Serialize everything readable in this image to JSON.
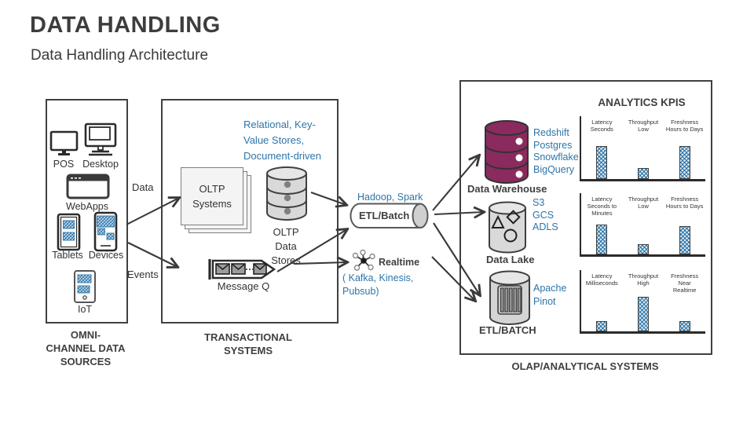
{
  "title": "DATA HANDLING",
  "subtitle": "Data Handling Architecture",
  "colors": {
    "accent_blue": "#2E75A8",
    "warehouse_maroon": "#8B2A5E",
    "outline_dark": "#3f3f3f",
    "cylinder_gray": "#d9d9d9"
  },
  "sources": {
    "caption": "OMNI-\nCHANNEL DATA\nSOURCES",
    "labels": {
      "pos": "POS",
      "desktop": "Desktop",
      "webapps": "WebApps",
      "tablets": "Tablets",
      "devices": "Devices",
      "iot": "IoT"
    }
  },
  "connectors": {
    "data": "Data",
    "events": "Events"
  },
  "transactional": {
    "caption": "TRANSACTIONAL\nSYSTEMS",
    "note": "Relational, Key-\nValue Stores,\nDocument-driven",
    "oltp_systems": "OLTP\nSystems",
    "oltp_stores": "OLTP\nData\nStores",
    "message_q": "Message Q"
  },
  "pipeline": {
    "batch_tech": "Hadoop, Spark",
    "batch_label": "ETL/Batch",
    "realtime_label": "Realtime",
    "realtime_tech": "( Kafka, Kinesis,\nPubsub)"
  },
  "olap": {
    "caption": "OLAP/ANALYTICAL SYSTEMS",
    "kpis_title": "ANALYTICS KPIS",
    "warehouse": {
      "label": "Data Warehouse",
      "tech": "Redshift\nPostgres\nSnowflake\nBigQuery"
    },
    "lake": {
      "label": "Data Lake",
      "tech": "S3\nGCS\nADLS"
    },
    "pinot": {
      "label": "ETL/BATCH",
      "tech": "Apache\nPinot"
    }
  },
  "chart_data": [
    {
      "type": "bar",
      "title": "ANALYTICS KPIS",
      "categories": [
        "Latency\nSeconds",
        "Throughput\nLow",
        "Freshness\nHours to Days"
      ],
      "values": [
        85,
        28,
        85
      ],
      "ylim": [
        0,
        100
      ],
      "grid": false,
      "legend": "none"
    },
    {
      "type": "bar",
      "categories": [
        "Latency\nSeconds to\nMinutes",
        "Throughput\nLow",
        "Freshness\nHours to Days"
      ],
      "values": [
        80,
        28,
        74
      ],
      "ylim": [
        0,
        100
      ],
      "grid": false,
      "legend": "none"
    },
    {
      "type": "bar",
      "categories": [
        "Latency\nMilliseconds",
        "Throughput\nHigh",
        "Freshness\nNear\nRealtime"
      ],
      "values": [
        28,
        92,
        28
      ],
      "ylim": [
        0,
        100
      ],
      "grid": false,
      "legend": "none"
    }
  ]
}
